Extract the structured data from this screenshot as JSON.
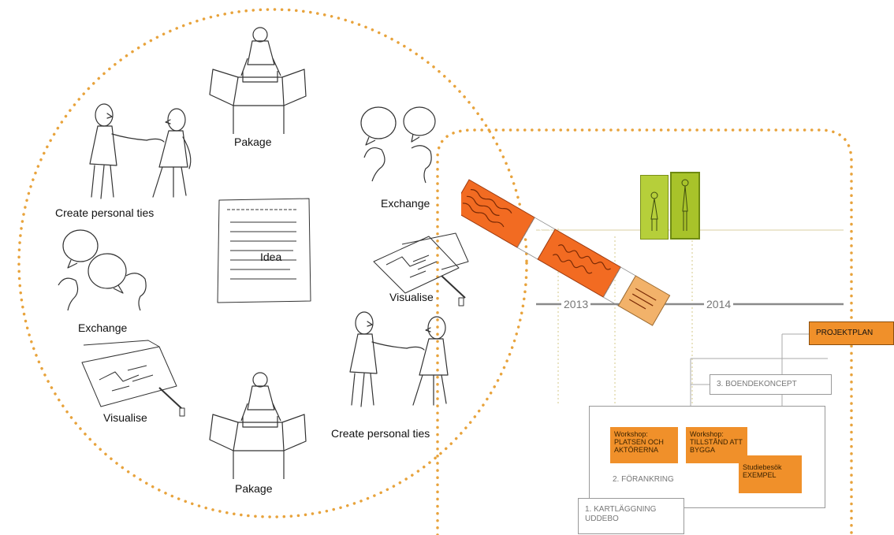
{
  "circle_labels": {
    "pakage_top": "Pakage",
    "create_ties_left": "Create personal ties",
    "exchange_right": "Exchange",
    "idea": "Idea",
    "exchange_left": "Exchange",
    "visualise_right": "Visualise",
    "visualise_left": "Visualise",
    "create_ties_right": "Create personal ties",
    "pakage_bottom": "Pakage"
  },
  "timeline": {
    "year_2013": "2013",
    "year_2014": "2014",
    "projektplan": "PROJEKTPLAN",
    "boendekoncept": "3. BOENDEKONCEPT",
    "forankring": "2. FÖRANKRING",
    "kartlaggning": "1. KARTLÄGGNING UDDEBO",
    "workshop_platsen": "Workshop: PLATSEN OCH AKTÖRERNA",
    "workshop_tillstand": "Workshop: TILLSTÅND ATT BYGGA",
    "studiebesok": "Studiebesök EXEMPEL"
  },
  "colors": {
    "dotted_orange": "#e8a33c",
    "box_orange": "#f0902a",
    "lime": "#a8c32a"
  }
}
